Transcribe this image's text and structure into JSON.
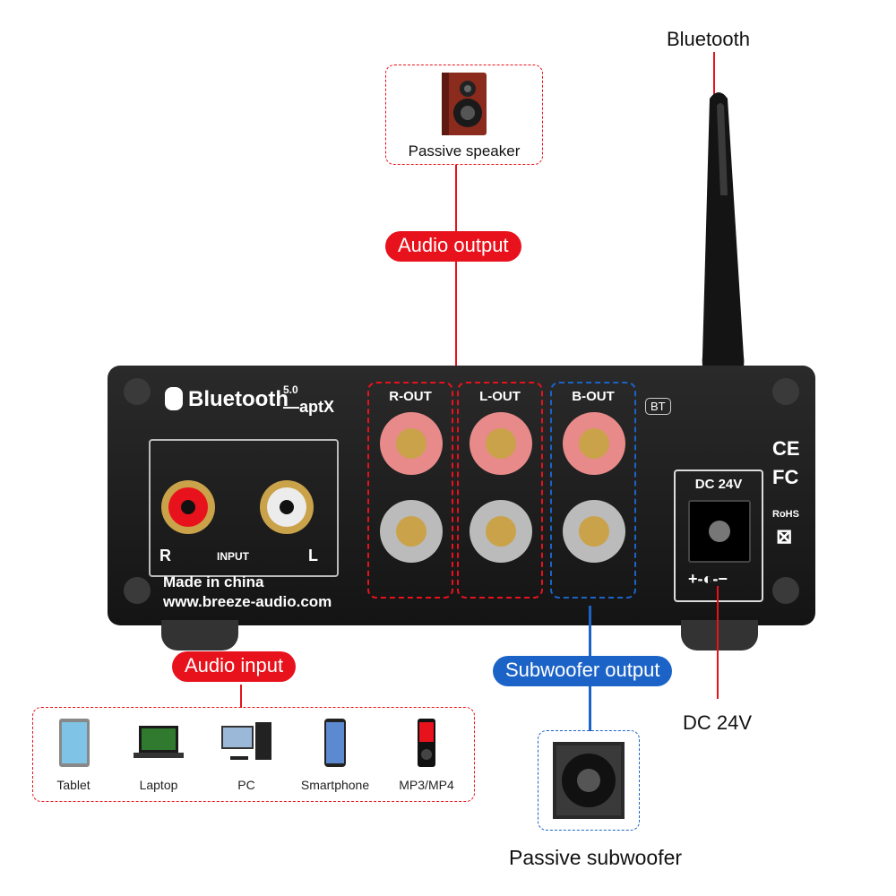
{
  "labels": {
    "bluetooth": "Bluetooth",
    "passive_speaker": "Passive speaker",
    "audio_output": "Audio output",
    "audio_input": "Audio input",
    "subwoofer_output": "Subwoofer output",
    "dc_24v": "DC 24V",
    "passive_subwoofer": "Passive subwoofer"
  },
  "panel": {
    "brand_line": "Bluetooth",
    "version": "5.0",
    "codec": "—aptX",
    "made_in": "Made in china",
    "website": "www.breeze-audio.com",
    "input_label": "INPUT",
    "r_label": "R",
    "l_label": "L",
    "r_out": "R-OUT",
    "l_out": "L-OUT",
    "b_out": "B-OUT",
    "bt_badge": "BT",
    "dc_label": "DC 24V",
    "ce": "CE",
    "fc": "FC",
    "rohs": "RoHS"
  },
  "devices": [
    {
      "label": "Tablet",
      "icon": "tablet-icon"
    },
    {
      "label": "Laptop",
      "icon": "laptop-icon"
    },
    {
      "label": "PC",
      "icon": "pc-icon"
    },
    {
      "label": "Smartphone",
      "icon": "smartphone-icon"
    },
    {
      "label": "MP3/MP4",
      "icon": "mp3-player-icon"
    }
  ],
  "colors": {
    "red": "#e8121c",
    "blue": "#1c63c8",
    "panel": "#1b1b1b"
  }
}
